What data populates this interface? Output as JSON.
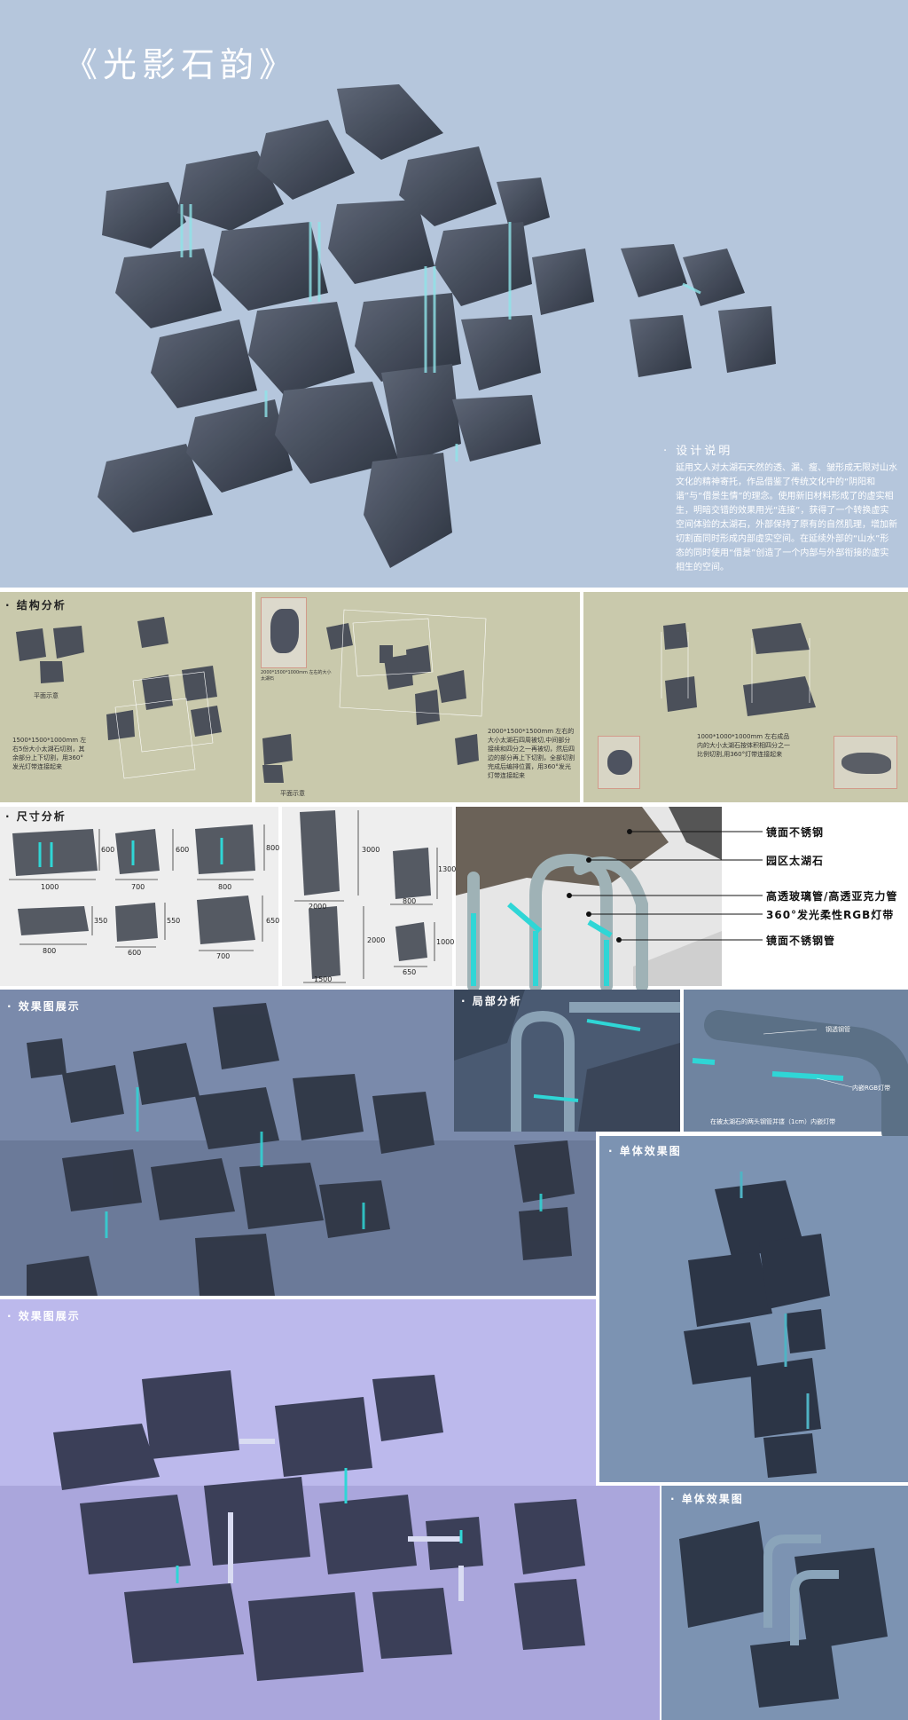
{
  "title": "《光影石韵》",
  "design": {
    "heading": "· 设计说明",
    "body": "延用文人对太湖石天然的透、漏、瘦、皱形成无限对山水文化的精神寄托，作品借鉴了传统文化中的“阴阳和谐”与“借景生情”的理念。使用新旧材料形成了的虚实相生，明暗交错的效果用光“连接”，获得了一个转换虚实空间体验的太湖石，外部保持了原有的自然肌理，增加新切割面同时形成内部虚实空间。在延续外部的“山水”形态的同时使用“借景”创造了一个内部与外部衔接的虚实相生的空间。"
  },
  "structure": {
    "heading": "· 结构分析",
    "plan_label_1": "平面示意",
    "plan_label_2": "平面示意",
    "note_1": "1500*1500*1000mm 左右5份大小太湖石切割，其余部分上下切割，用360°发光灯带连接起来",
    "inset_caption": "2000*1500*1000mm 左右的大小太湖石",
    "note_2": "2000*1500*1500mm 左右的大小太湖石四周被切,中间部分接续和四分之一再被切，然后四边的部分再上下切割，全部切割完成后编排位置，用360°发光灯带连接起来",
    "note_3": "1000*1000*1000mm 左右成品内的大小太湖石按体积相四分之一比例切割,用360°灯带连接起来"
  },
  "size": {
    "heading": "· 尺寸分析",
    "dims_left": [
      "1000",
      "600",
      "700",
      "600",
      "800",
      "800",
      "800",
      "350",
      "600",
      "550",
      "700",
      "650"
    ],
    "dims_right": [
      "2000",
      "3000",
      "800",
      "1300",
      "1500",
      "2000",
      "650",
      "1000"
    ]
  },
  "materials": {
    "labels": [
      "镜面不锈钢",
      "园区太湖石",
      "高透玻璃管/高透亚克力管",
      "360°发光柔性RGB灯带",
      "镜面不锈钢管"
    ]
  },
  "local": {
    "heading": "· 局部分析",
    "label_a": "钢透钢管",
    "label_b": "内嵌RGB灯带",
    "caption": "在被太湖石的两头钢管并镂（1cm）内嵌灯带"
  },
  "effect_1": {
    "heading": "· 效果图展示"
  },
  "effect_2": {
    "heading": "· 效果图展示"
  },
  "single_1": {
    "heading": "· 单体效果图"
  },
  "single_2": {
    "heading": "· 单体效果图"
  },
  "colors": {
    "hero_bg": "#b5c6dc",
    "structure_bg": "#c9c9ac",
    "effect_bg": "#7a8aab",
    "purple_bg": "#b3b0e6",
    "single_bg": "#7c93b2",
    "rock": "#3c4452",
    "cyan": "#2fd6d6"
  }
}
